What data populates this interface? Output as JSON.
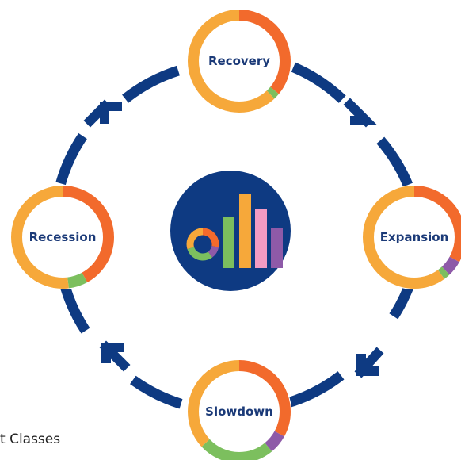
{
  "colors": {
    "navy": "#0e3a82",
    "label_navy": "#1b3a78",
    "orange_light": "#f6a83a",
    "orange_dark": "#f26a2c",
    "green": "#7cbf5e",
    "purple": "#8e5aa8",
    "pink": "#f39bc3"
  },
  "phases": [
    {
      "id": "recovery",
      "label": "Recovery",
      "segments": [
        {
          "color": "orange_dark",
          "fraction": 0.36
        },
        {
          "color": "green",
          "fraction": 0.02
        },
        {
          "color": "orange_light",
          "fraction": 0.62
        }
      ]
    },
    {
      "id": "expansion",
      "label": "Expansion",
      "segments": [
        {
          "color": "orange_dark",
          "fraction": 0.33
        },
        {
          "color": "purple",
          "fraction": 0.05
        },
        {
          "color": "green",
          "fraction": 0.02
        },
        {
          "color": "orange_light",
          "fraction": 0.6
        }
      ]
    },
    {
      "id": "slowdown",
      "label": "Slowdown",
      "segments": [
        {
          "color": "orange_dark",
          "fraction": 0.33
        },
        {
          "color": "purple",
          "fraction": 0.06
        },
        {
          "color": "green",
          "fraction": 0.24
        },
        {
          "color": "orange_light",
          "fraction": 0.37
        }
      ]
    },
    {
      "id": "recession",
      "label": "Recession",
      "segments": [
        {
          "color": "orange_dark",
          "fraction": 0.42
        },
        {
          "color": "green",
          "fraction": 0.06
        },
        {
          "color": "orange_light",
          "fraction": 0.52
        }
      ]
    }
  ],
  "center_icon": {
    "name": "asset-allocation-chart-icon"
  },
  "footer_text": "t Classes"
}
